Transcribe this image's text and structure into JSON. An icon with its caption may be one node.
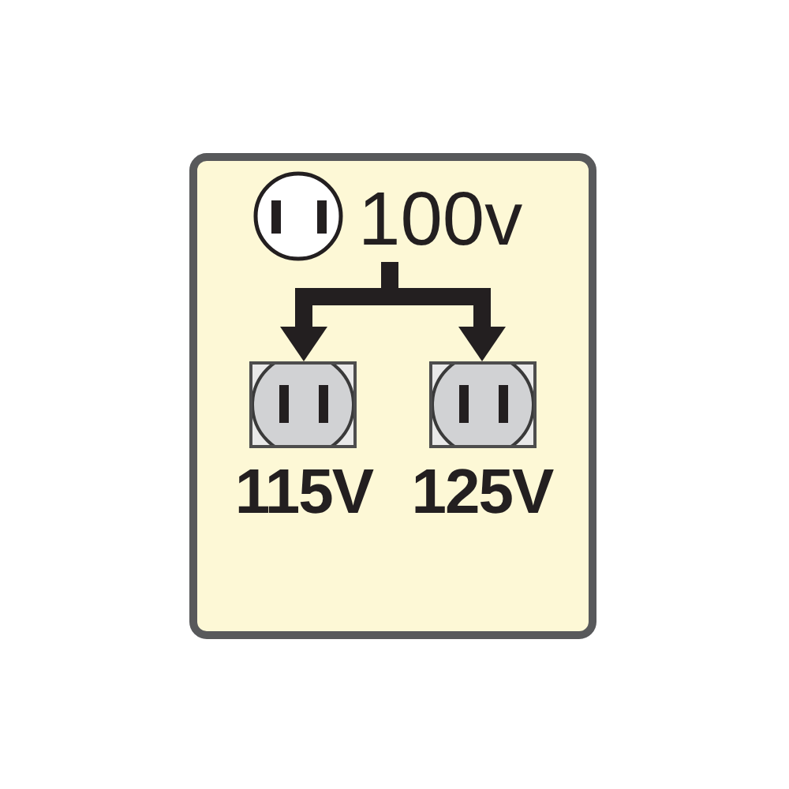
{
  "diagram": {
    "nodes": [
      {
        "text": [],
        "shape": "box"
      },
      {
        "text": [],
        "shape": "picture",
        "in": 0,
        "beside": [
          "100v"
        ]
      },
      {
        "text": [],
        "shape": "picture",
        "in": 0,
        "beside": [
          "115V"
        ]
      },
      {
        "text": [],
        "shape": "picture",
        "in": 0,
        "beside": [
          "125V"
        ]
      }
    ],
    "edges": [
      {
        "from": 1,
        "to": 2,
        "arrow": "to"
      },
      {
        "from": 1,
        "to": 3,
        "arrow": "to"
      }
    ]
  }
}
